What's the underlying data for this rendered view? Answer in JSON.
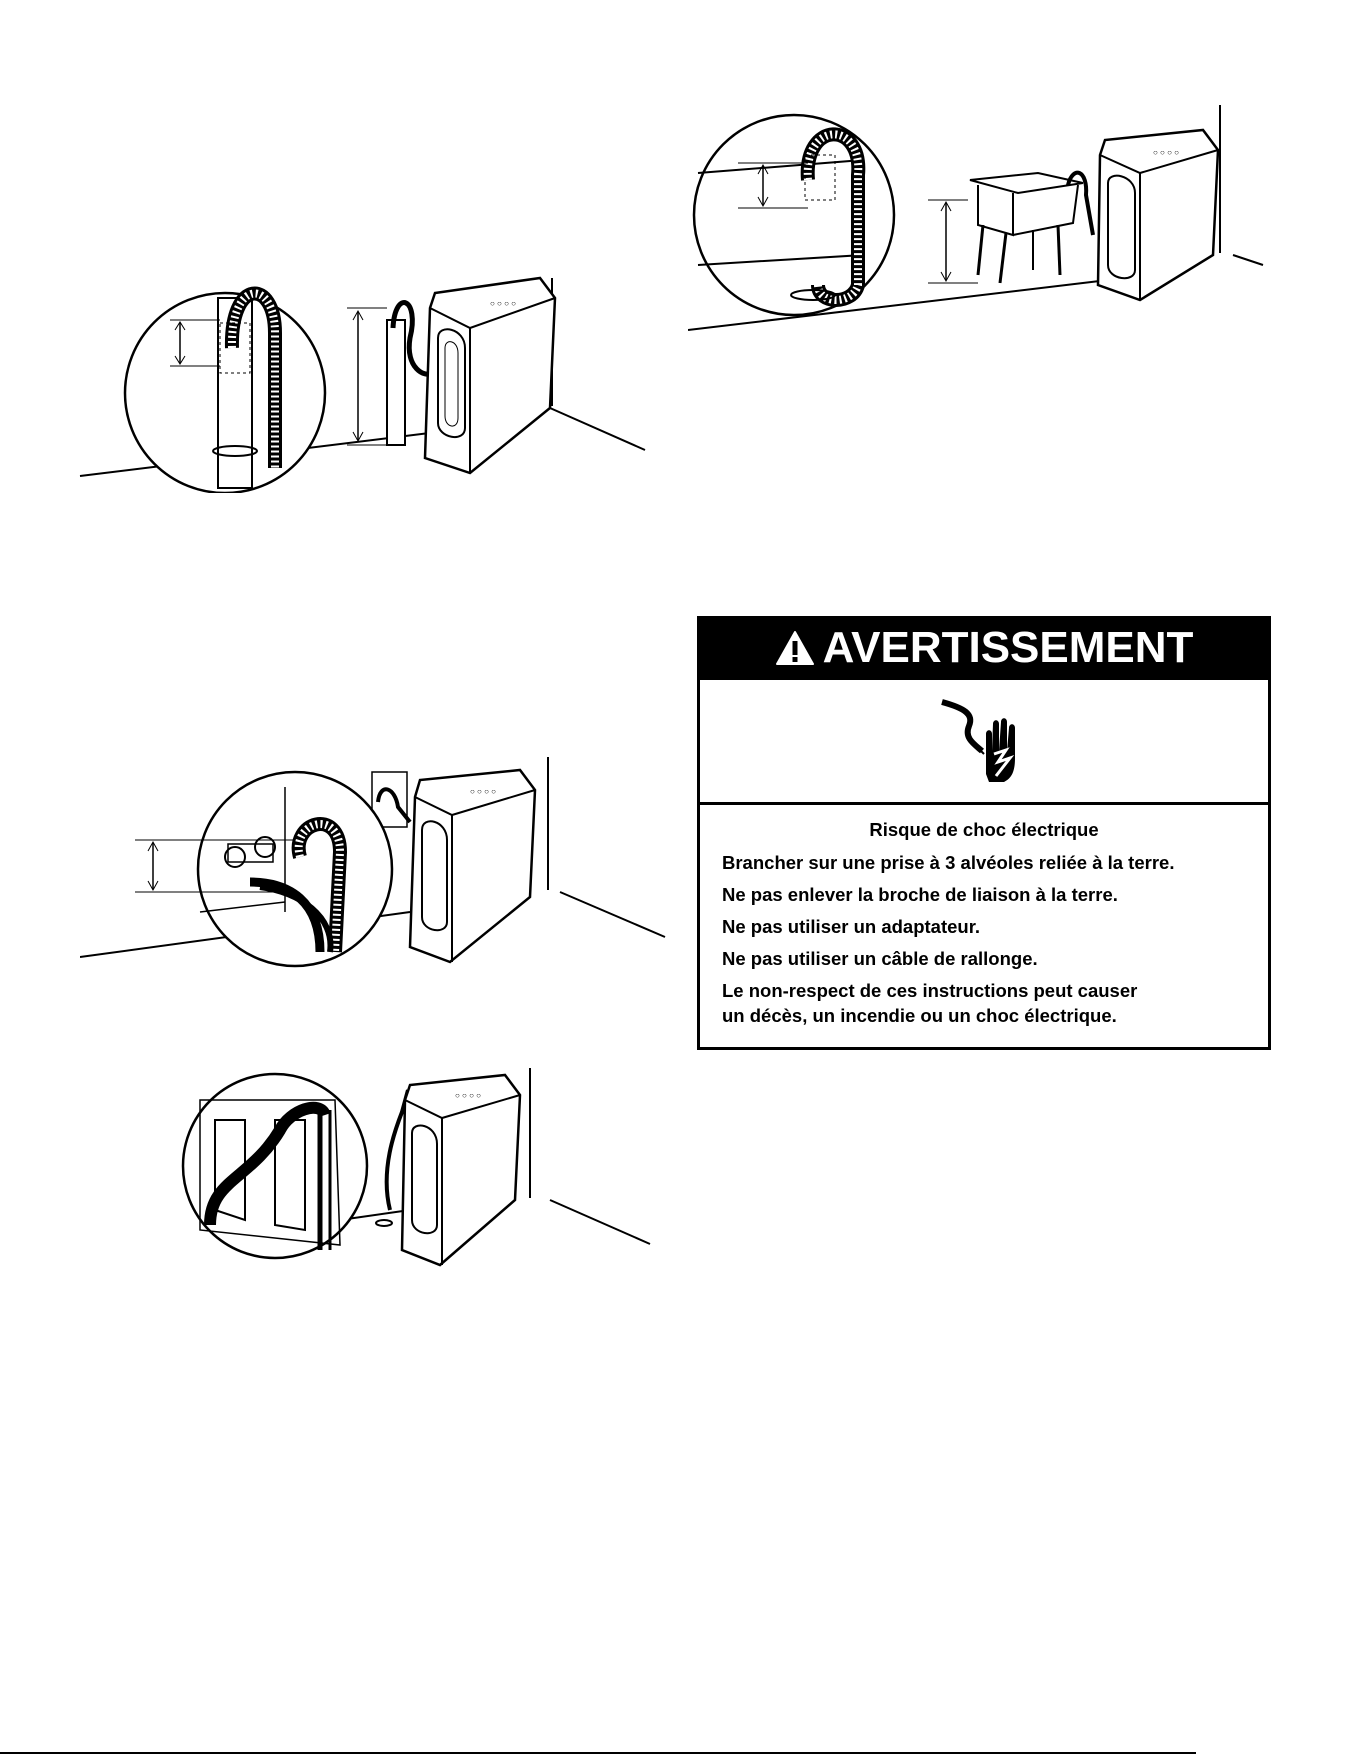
{
  "warning": {
    "heading": "AVERTISSEMENT",
    "title": "Risque de choc électrique",
    "lines": [
      "Brancher sur une prise à 3 alvéoles reliée à la terre.",
      "Ne pas enlever la broche de liaison à la terre.",
      "Ne pas utiliser un adaptateur.",
      "Ne pas utiliser un câble de rallonge.",
      "Le non-respect de ces instructions peut causer",
      "un décès, un incendie ou un choc électrique."
    ]
  },
  "figures": [
    {
      "id": "standpipe",
      "icon": "washer-standpipe-illustration"
    },
    {
      "id": "laundry-tub",
      "icon": "washer-laundry-tub-illustration"
    },
    {
      "id": "wall-drain",
      "icon": "washer-wall-drain-illustration"
    },
    {
      "id": "floor-drain",
      "icon": "washer-floor-drain-illustration"
    }
  ],
  "colors": {
    "ink": "#000000",
    "paper": "#ffffff",
    "header": "#000000"
  }
}
